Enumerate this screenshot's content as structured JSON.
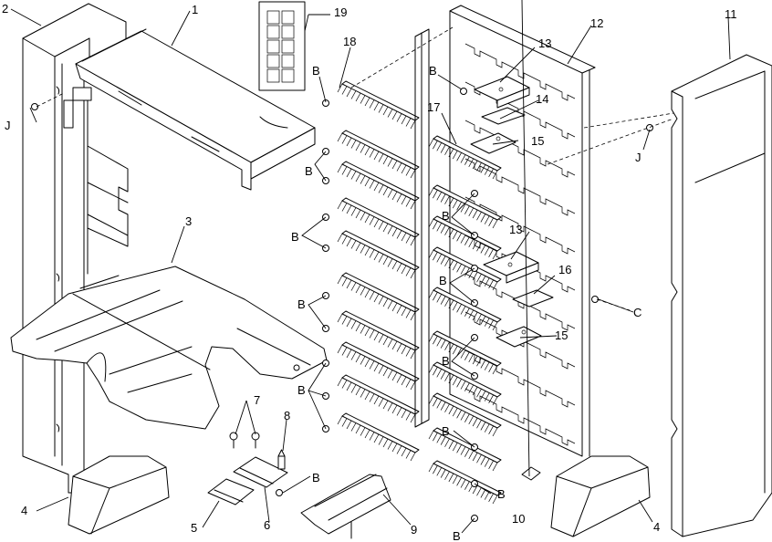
{
  "diagram": {
    "type": "exploded-parts-view",
    "line_color": "#000000",
    "background": "#ffffff",
    "callouts": {
      "c1": "1",
      "c2": "2",
      "c3": "3",
      "c4a": "4",
      "c4b": "4",
      "c5": "5",
      "c6": "6",
      "c7": "7",
      "c8": "8",
      "c9": "9",
      "c10": "10",
      "c11": "11",
      "c12": "12",
      "c13a": "13",
      "c13b": "13",
      "c14": "14",
      "c15a": "15",
      "c15b": "15",
      "c16": "16",
      "c17": "17",
      "c18": "18",
      "c19": "19",
      "cJa": "J",
      "cJb": "J",
      "cC": "C",
      "cB1": "B",
      "cB2": "B",
      "cB3": "B",
      "cB4": "B",
      "cB5": "B",
      "cB6": "B",
      "cB7": "B",
      "cB8": "B",
      "cB9": "B",
      "cB10": "B",
      "cB11": "B",
      "cB12": "B",
      "cB13": "B",
      "cB14": "B"
    },
    "parts": [
      {
        "id": "1",
        "name": "top-cover"
      },
      {
        "id": "2",
        "name": "left-side-frame"
      },
      {
        "id": "3",
        "name": "output-tray"
      },
      {
        "id": "4",
        "name": "foot-cover"
      },
      {
        "id": "5",
        "name": "bracket"
      },
      {
        "id": "6",
        "name": "bracket-with-pin"
      },
      {
        "id": "7",
        "name": "screws"
      },
      {
        "id": "8",
        "name": "pin"
      },
      {
        "id": "9",
        "name": "lower-guide"
      },
      {
        "id": "10",
        "name": "pad"
      },
      {
        "id": "11",
        "name": "right-cover"
      },
      {
        "id": "12",
        "name": "main-frame"
      },
      {
        "id": "13",
        "name": "sensor-bracket"
      },
      {
        "id": "14",
        "name": "sensor-plate"
      },
      {
        "id": "15",
        "name": "actuator-assembly"
      },
      {
        "id": "16",
        "name": "sensor-plate-lower"
      },
      {
        "id": "17",
        "name": "brush-guide-right"
      },
      {
        "id": "18",
        "name": "brush-guide-left"
      },
      {
        "id": "19",
        "name": "label-sheet"
      }
    ],
    "fasteners": {
      "B": "screw-b",
      "J": "screw-j",
      "C": "screw-c"
    }
  }
}
